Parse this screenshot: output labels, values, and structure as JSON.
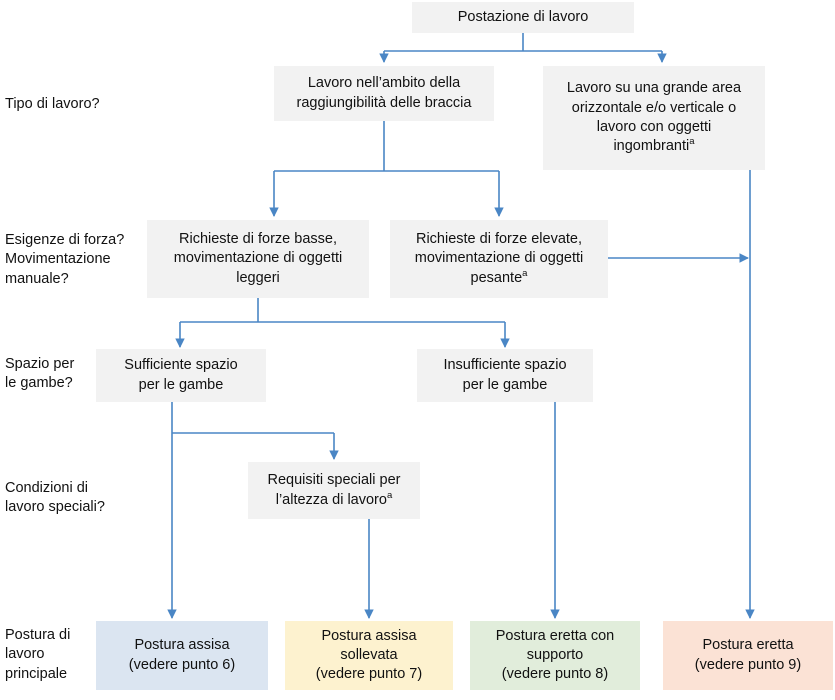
{
  "diagram": {
    "title": "Postazione di lavoro",
    "accent_color": "#4a86c5",
    "box_fill": "#f2f2f2",
    "text_color": "#111111",
    "row_labels": [
      {
        "id": "tipo-di-lavoro",
        "text": "Tipo di lavoro?"
      },
      {
        "id": "esigenze-di-forza",
        "text": "Esigenze di forza?\nMovimentazione\nmanuale?"
      },
      {
        "id": "spazio-per-le-gambe",
        "text": "Spazio per\nle gambe?"
      },
      {
        "id": "condizioni-di-lavoro-speciali",
        "text": "Condizioni di\nlavoro speciali?"
      },
      {
        "id": "postura-di-lavoro-principale",
        "text": "Postura di\nlavoro\nprincipale"
      }
    ],
    "nodes": {
      "root": {
        "text": "Postazione di lavoro"
      },
      "lavoro_braccia": {
        "text": "Lavoro nell’ambito della\nraggiungibilità delle braccia"
      },
      "lavoro_grande_area": {
        "text": "Lavoro su una grande area\norizzontale e/o verticale o\nlavoro con oggetti\ningombranti",
        "superscript": "a"
      },
      "forze_basse": {
        "text": "Richieste di forze basse,\nmovimentazione di oggetti\nleggeri"
      },
      "forze_elevate": {
        "text": "Richieste di forze elevate,\nmovimentazione di oggetti\npesante",
        "superscript": "a"
      },
      "spazio_sufficiente": {
        "text": "Sufficiente spazio\nper le gambe"
      },
      "spazio_insufficiente": {
        "text": "Insufficiente spazio\nper le gambe"
      },
      "requisiti_speciali": {
        "text": "Requisiti speciali per\nl’altezza di lavoro",
        "superscript": "a"
      }
    },
    "results": [
      {
        "id": "postura-assisa",
        "text": "Postura assisa\n(vedere punto 6)",
        "color": "#dbe5f1"
      },
      {
        "id": "postura-assisa-sollevata",
        "text": "Postura assisa\nsollevata\n(vedere punto 7)",
        "color": "#fdf2cf"
      },
      {
        "id": "postura-eretta-con-supporto",
        "text": "Postura eretta con\nsupporto\n(vedere punto 8)",
        "color": "#e1eddb"
      },
      {
        "id": "postura-eretta",
        "text": "Postura eretta\n(vedere punto 9)",
        "color": "#fbe2d5"
      }
    ]
  }
}
